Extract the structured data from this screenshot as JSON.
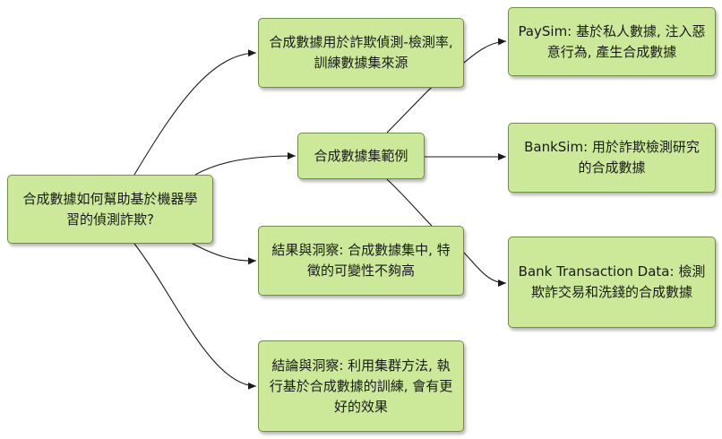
{
  "nodes": {
    "root": "合成數據如何幫助基於機器學習的偵測詐欺?",
    "intro": "合成數據用於詐欺偵測-檢測率, 訓練數據集來源",
    "example": "合成數據集範例",
    "results": "結果與洞察: 合成數據集中, 特徵的可變性不夠高",
    "conclusion": "結論與洞察: 利用集群方法, 執行基於合成數據的訓練, 會有更好的效果",
    "paysim": "PaySim: 基於私人數據, 注入惡意行為, 產生合成數據",
    "banksim": "BankSim: 用於詐欺檢測研究的合成數據",
    "bank_transaction": "Bank Transaction Data: 檢測欺詐交易和洗錢的合成數據"
  },
  "colors": {
    "node_fill": "#cce99a",
    "node_border": "#6f8f45",
    "connector": "#1a1a1a"
  }
}
